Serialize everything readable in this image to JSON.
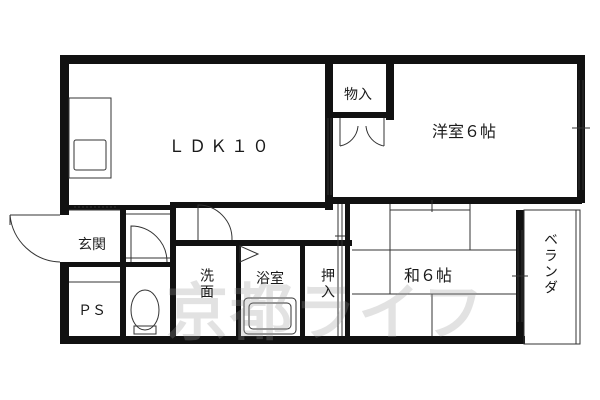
{
  "rooms": {
    "ldk": "ＬＤＫ１０",
    "western_room": "洋室６帖",
    "storage": "物入",
    "entrance": "玄関",
    "japanese_room": "和６帖",
    "balcony": "ベランダ",
    "washroom": "洗面",
    "bathroom": "浴室",
    "closet": "押入",
    "pipe_space": "ＰＳ"
  },
  "watermark": "京都ライフ",
  "colors": {
    "wall": "#111111",
    "line": "#333333",
    "watermark": "#aaaaaa"
  }
}
